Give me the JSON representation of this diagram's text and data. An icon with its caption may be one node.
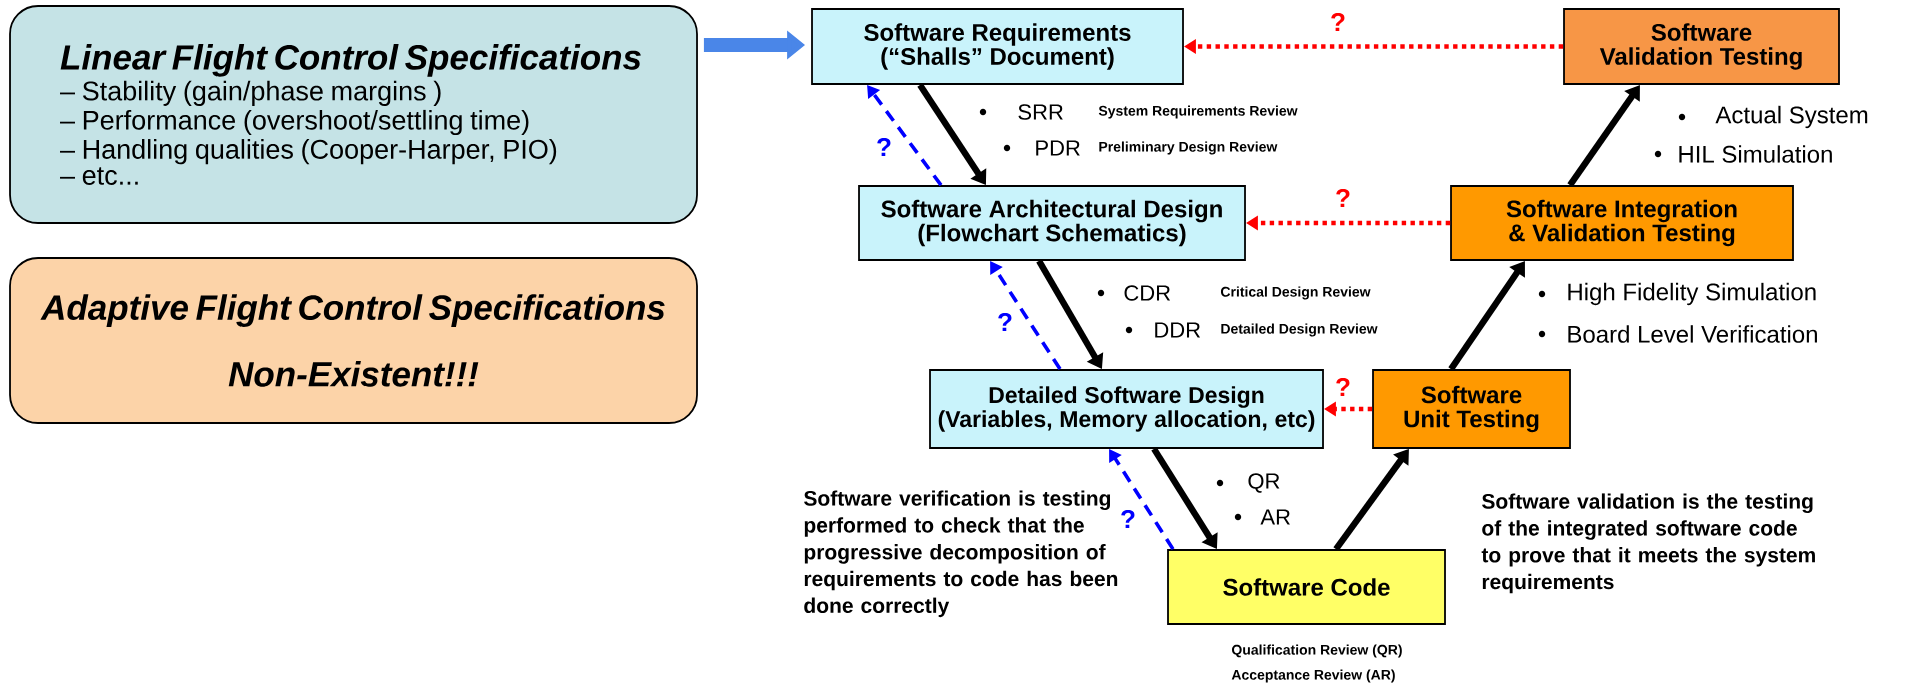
{
  "diagram": {
    "nodes": [
      {
        "text": [
          "Linear Flight Control Specifications",
          "– Stability (gain/phase margins )",
          "– Performance (overshoot/settling time)",
          "– Handling qualities (Cooper-Harper, PIO)",
          "– etc..."
        ]
      },
      {
        "text": [
          "Adaptive Flight Control Specifications",
          "Non-Existent!!!"
        ]
      },
      {
        "text": [
          "Software Requirements",
          "(“Shalls” Document)"
        ]
      },
      {
        "text": [
          "Software Architectural Design",
          "(Flowchart Schematics)"
        ]
      },
      {
        "text": [
          "Detailed Software Design",
          "(Variables, Memory allocation, etc)"
        ]
      },
      {
        "text": [
          "Software Code"
        ]
      },
      {
        "text": [
          "Software Unit Testing"
        ]
      },
      {
        "text": [
          "Software Integration & Validation Testing"
        ]
      },
      {
        "text": [
          "Software Validation Testing"
        ]
      }
    ],
    "edges": [
      {
        "from": 0,
        "to": 2,
        "arrow": "to",
        "style": "thick",
        "color": "#4a86e8"
      },
      {
        "from": 2,
        "to": 3,
        "arrow": "to"
      },
      {
        "from": 3,
        "to": 4,
        "arrow": "to"
      },
      {
        "from": 4,
        "to": 5,
        "arrow": "to"
      },
      {
        "from": 5,
        "to": 6,
        "arrow": "to"
      },
      {
        "from": 6,
        "to": 7,
        "arrow": "to"
      },
      {
        "from": 7,
        "to": 8,
        "arrow": "to"
      },
      {
        "from": 8,
        "to": 2,
        "arrow": "to",
        "style": "dashed",
        "color": "#ff0000",
        "label": "?"
      },
      {
        "from": 7,
        "to": 3,
        "arrow": "to",
        "style": "dashed",
        "color": "#ff0000",
        "label": "?"
      },
      {
        "from": 6,
        "to": 4,
        "arrow": "to",
        "style": "dashed",
        "color": "#ff0000",
        "label": "?"
      },
      {
        "from": 3,
        "to": 2,
        "arrow": "to",
        "style": "dashed",
        "color": "#0000ff",
        "label": "?"
      },
      {
        "from": 4,
        "to": 3,
        "arrow": "to",
        "style": "dashed",
        "color": "#0000ff",
        "label": "?"
      },
      {
        "from": 5,
        "to": 4,
        "arrow": "to",
        "style": "dashed",
        "color": "#0000ff",
        "label": "?"
      }
    ],
    "labels": [
      "SRR",
      "System Requirements Review",
      "PDR",
      "Preliminary Design Review",
      "CDR",
      "Critical Design Review",
      "DDR",
      "Detailed Design Review",
      "QR",
      "AR",
      "Actual System",
      "HIL Simulation",
      "High Fidelity Simulation",
      "Board Level Verification",
      "Software verification is testing performed to check that the progressive decomposition of requirements to code has been done correctly",
      "Software validation is the testing of the integrated software code to prove that it meets the system requirements",
      "Qualification Review (QR)",
      "Acceptance Review (AR)"
    ]
  }
}
